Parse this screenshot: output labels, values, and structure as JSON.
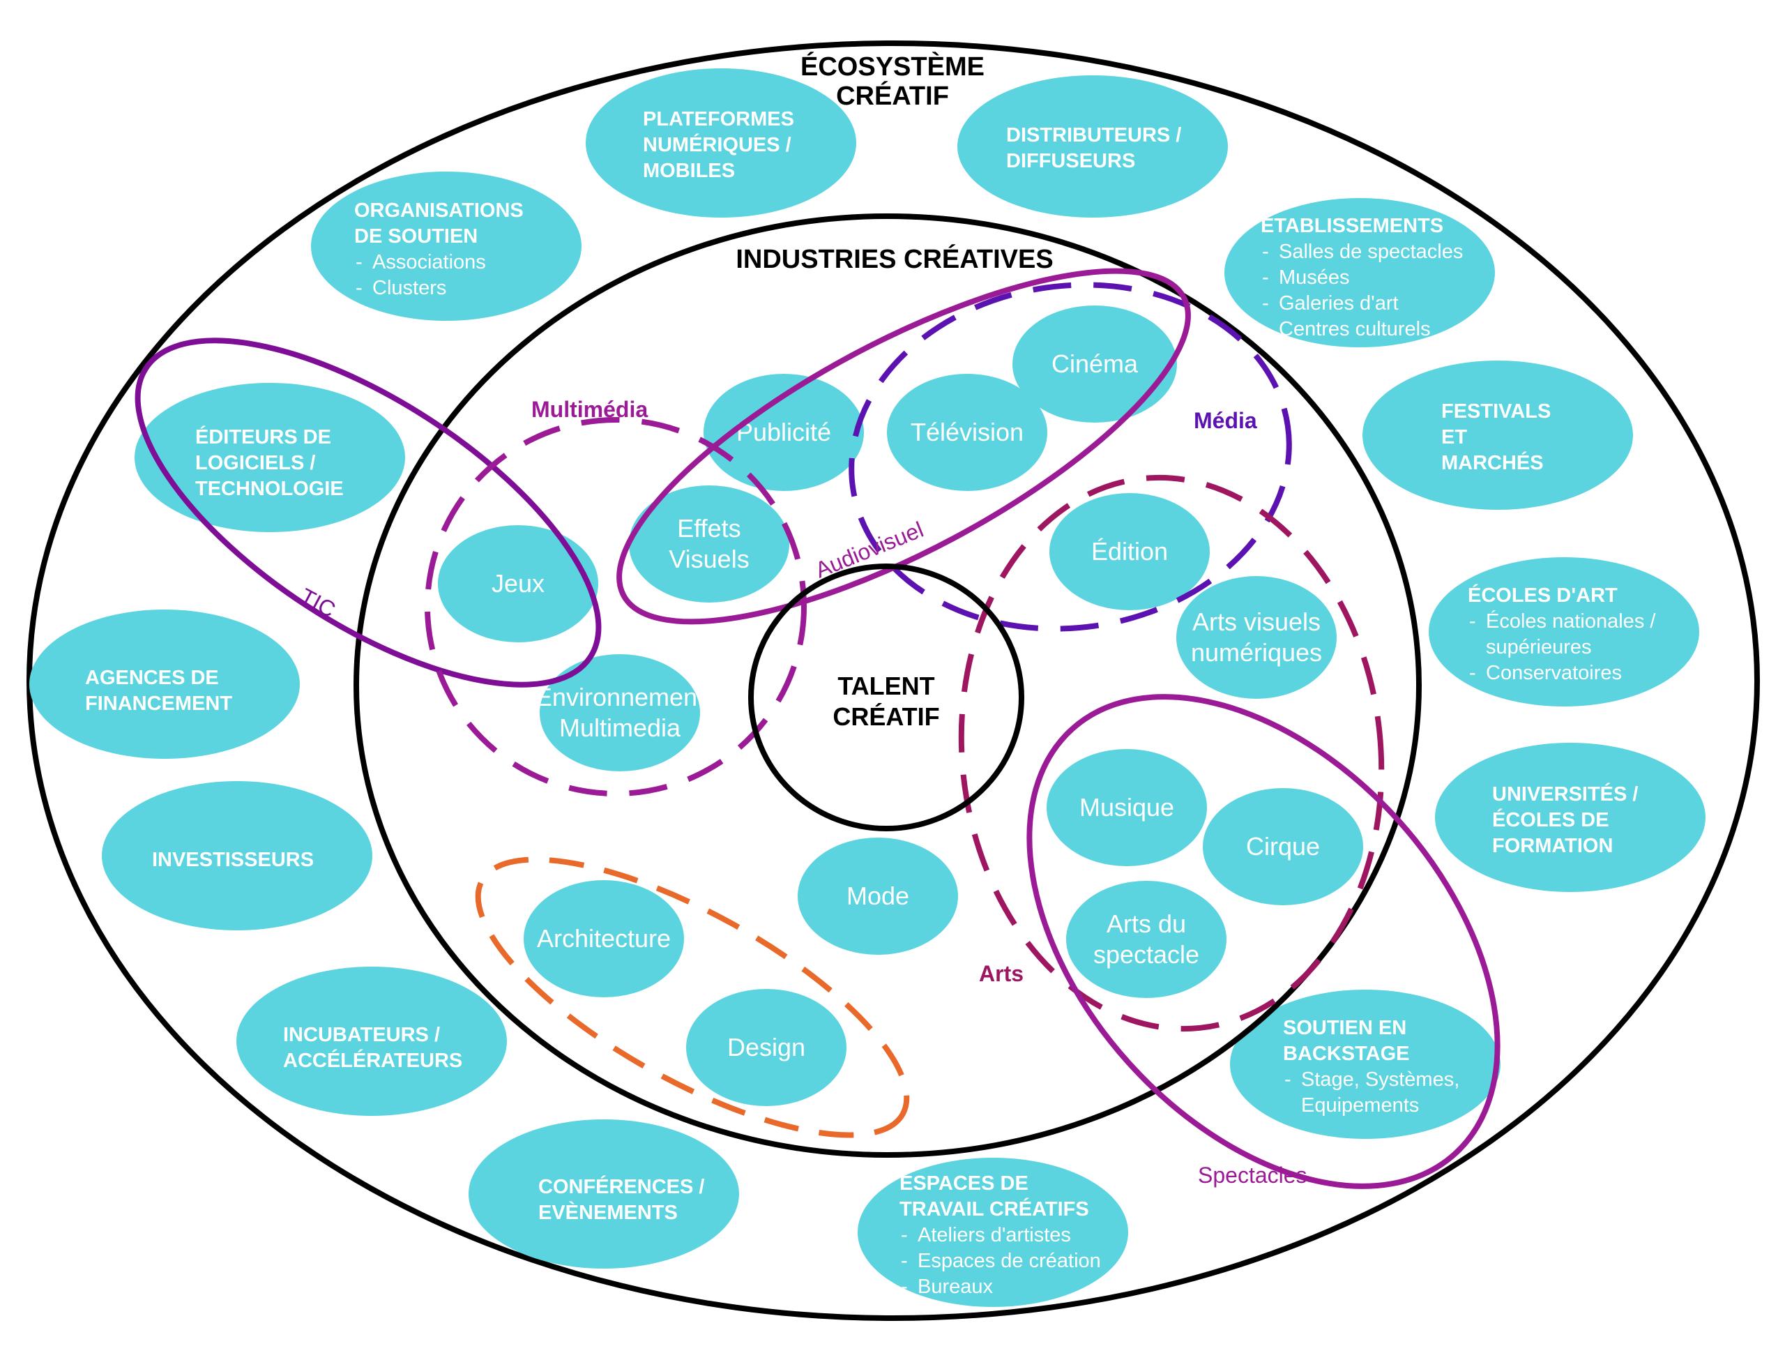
{
  "colors": {
    "bubble": "#5BD4E0",
    "tic": "#7E0E96",
    "multimedia": "#9B1A96",
    "audiovisuel": "#9B1A96",
    "media": "#5B12B0",
    "arts": "#9E1560",
    "spectacles": "#9B1A96",
    "design": "#E8692A",
    "ring": "#000000"
  },
  "titles": {
    "ecosystem_line1": "ÉCOSYSTÈME",
    "ecosystem_line2": "CRÉATIF",
    "industries": "INDUSTRIES CRÉATIVES",
    "talent_line1": "TALENT",
    "talent_line2": "CRÉATIF"
  },
  "ecosystem": [
    {
      "id": "plateformes",
      "title": [
        "PLATEFORMES",
        "NUMÉRIQUES /",
        "MOBILES"
      ],
      "items": []
    },
    {
      "id": "distributeurs",
      "title": [
        "DISTRIBUTEURS /",
        "DIFFUSEURS"
      ],
      "items": []
    },
    {
      "id": "organisations",
      "title": [
        "ORGANISATIONS",
        "DE SOUTIEN"
      ],
      "items": [
        "Associations",
        "Clusters"
      ]
    },
    {
      "id": "etablissements",
      "title": [
        "ÉTABLISSEMENTS"
      ],
      "items": [
        "Salles de spectacles",
        "Musées",
        "Galeries d'art",
        "Centres culturels"
      ]
    },
    {
      "id": "editeurs",
      "title": [
        "ÉDITEURS DE",
        "LOGICIELS /",
        "TECHNOLOGIE"
      ],
      "items": []
    },
    {
      "id": "festivals",
      "title": [
        "FESTIVALS",
        "ET",
        "MARCHÉS"
      ],
      "items": []
    },
    {
      "id": "ecoles-art",
      "title": [
        "ÉCOLES D'ART"
      ],
      "items": [
        "Écoles nationales /",
        "supérieures",
        "Conservatoires"
      ]
    },
    {
      "id": "agences",
      "title": [
        "AGENCES DE",
        "FINANCEMENT"
      ],
      "items": []
    },
    {
      "id": "universites",
      "title": [
        "UNIVERSITÉS /",
        "ÉCOLES DE",
        "FORMATION"
      ],
      "items": []
    },
    {
      "id": "investisseurs",
      "title": [
        "INVESTISSEURS"
      ],
      "items": []
    },
    {
      "id": "incubateurs",
      "title": [
        "INCUBATEURS /",
        "ACCÉLÉRATEURS"
      ],
      "items": []
    },
    {
      "id": "soutien-backstage",
      "title": [
        "SOUTIEN EN",
        "BACKSTAGE"
      ],
      "items": [
        "Stage, Systèmes,",
        "Equipements"
      ]
    },
    {
      "id": "conferences",
      "title": [
        "CONFÉRENCES /",
        "EVÈNEMENTS"
      ],
      "items": []
    },
    {
      "id": "espaces",
      "title": [
        "ESPACES DE",
        "TRAVAIL CRÉATIFS"
      ],
      "items": [
        "Ateliers d'artistes",
        "Espaces de création",
        "Bureaux"
      ]
    }
  ],
  "industries": [
    {
      "id": "cinema",
      "lines": [
        "Cinéma"
      ]
    },
    {
      "id": "television",
      "lines": [
        "Télévision"
      ]
    },
    {
      "id": "publicite",
      "lines": [
        "Publicité"
      ]
    },
    {
      "id": "effets-visuels",
      "lines": [
        "Effets",
        "Visuels"
      ]
    },
    {
      "id": "jeux",
      "lines": [
        "Jeux"
      ]
    },
    {
      "id": "edition",
      "lines": [
        "Édition"
      ]
    },
    {
      "id": "arts-visuels-numeriques",
      "lines": [
        "Arts visuels",
        "numériques"
      ]
    },
    {
      "id": "environnement-multimedia",
      "lines": [
        "Environnement",
        "Multimedia"
      ]
    },
    {
      "id": "musique",
      "lines": [
        "Musique"
      ]
    },
    {
      "id": "cirque",
      "lines": [
        "Cirque"
      ]
    },
    {
      "id": "arts-du-spectacle",
      "lines": [
        "Arts du",
        "spectacle"
      ]
    },
    {
      "id": "mode",
      "lines": [
        "Mode"
      ]
    },
    {
      "id": "architecture",
      "lines": [
        "Architecture"
      ]
    },
    {
      "id": "design",
      "lines": [
        "Design"
      ]
    }
  ],
  "groups": {
    "tic": "TIC",
    "multimedia": "Multimédia",
    "audiovisuel": "Audiovisuel",
    "media": "Média",
    "arts": "Arts",
    "spectacles": "Spectacles"
  }
}
